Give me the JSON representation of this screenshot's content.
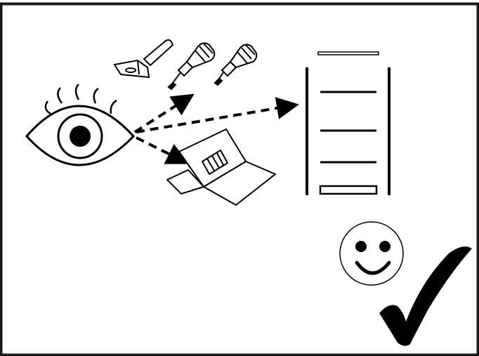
{
  "colors": {
    "ink": "#000000",
    "paper": "#ffffff",
    "frame": "#1a1a1a",
    "check": "#000000"
  },
  "scene": {
    "observer_icon": "eye-icon",
    "tools": [
      "hammer-icon",
      "screwdriver-icon",
      "screwdriver-icon"
    ],
    "box_icon": "open-box-icon",
    "ladder_icon": "ladder-icon",
    "result_icons": [
      "smiley-face-icon",
      "checkmark-icon"
    ],
    "gaze_arrows": [
      "to-tools",
      "to-ladder",
      "to-box"
    ],
    "ladder_rungs": 4
  }
}
